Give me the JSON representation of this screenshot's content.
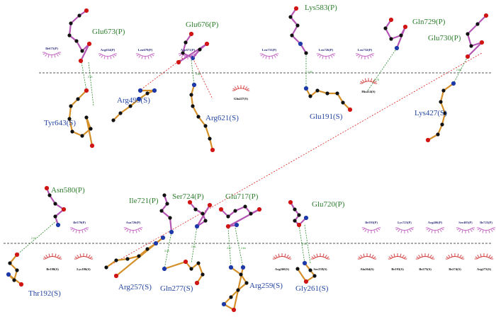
{
  "colors": {
    "chainP": "#b455b4",
    "chainS": "#d4902a",
    "carbon": "#111111",
    "oxygen": "#d01515",
    "nitrogen": "#1d3aa8",
    "hbond": "#2b8a2b",
    "saltBridge": "#e02020",
    "hydroP": "#c060c0",
    "hydroS": "#d03030",
    "labelP": "#2e7d2e",
    "labelS": "#2446a0"
  },
  "top_panel": {
    "residues_P": [
      "Glu673(P)",
      "Glu676(P)",
      "Lys583(P)",
      "Gln729(P)",
      "Glu730(P)"
    ],
    "residues_S": [
      "Tyr643(S)",
      "Arg499(S)",
      "Arg621(S)",
      "Glu191(S)",
      "Lys427(S)"
    ],
    "hydrophobic_P": [
      "Ile675(P)",
      "Arg654(P)",
      "Leu679(P)",
      "Asp671(P)",
      "Leu731(P)",
      "Leu726(P)",
      "Leu732(P)"
    ],
    "hydrophobic_S": [
      "Glu437(S)",
      "His414(S)"
    ]
  },
  "bottom_panel": {
    "residues_P": [
      "Asn580(P)",
      "Ile721(P)",
      "Ser724(P)",
      "Glu717(P)",
      "Glu720(P)"
    ],
    "residues_S": [
      "Thr192(S)",
      "Arg257(S)",
      "Gln277(S)",
      "Arg259(S)",
      "Gly261(S)"
    ],
    "hydrophobic_P": [
      "Ile579(P)",
      "Asn726(P)",
      "Ile593(P)",
      "Lys723(P)",
      "Arg406(P)",
      "Ser405(P)",
      "Ile725(P)"
    ],
    "hydrophobic_S": [
      "Ile190(S)",
      "Lys186(S)",
      "Arg260(S)",
      "Ser258(S)",
      "Ala264(S)",
      "Ile193(S)",
      "Ile275(S)",
      "Ile274(S)",
      "Arg273(S)"
    ]
  }
}
